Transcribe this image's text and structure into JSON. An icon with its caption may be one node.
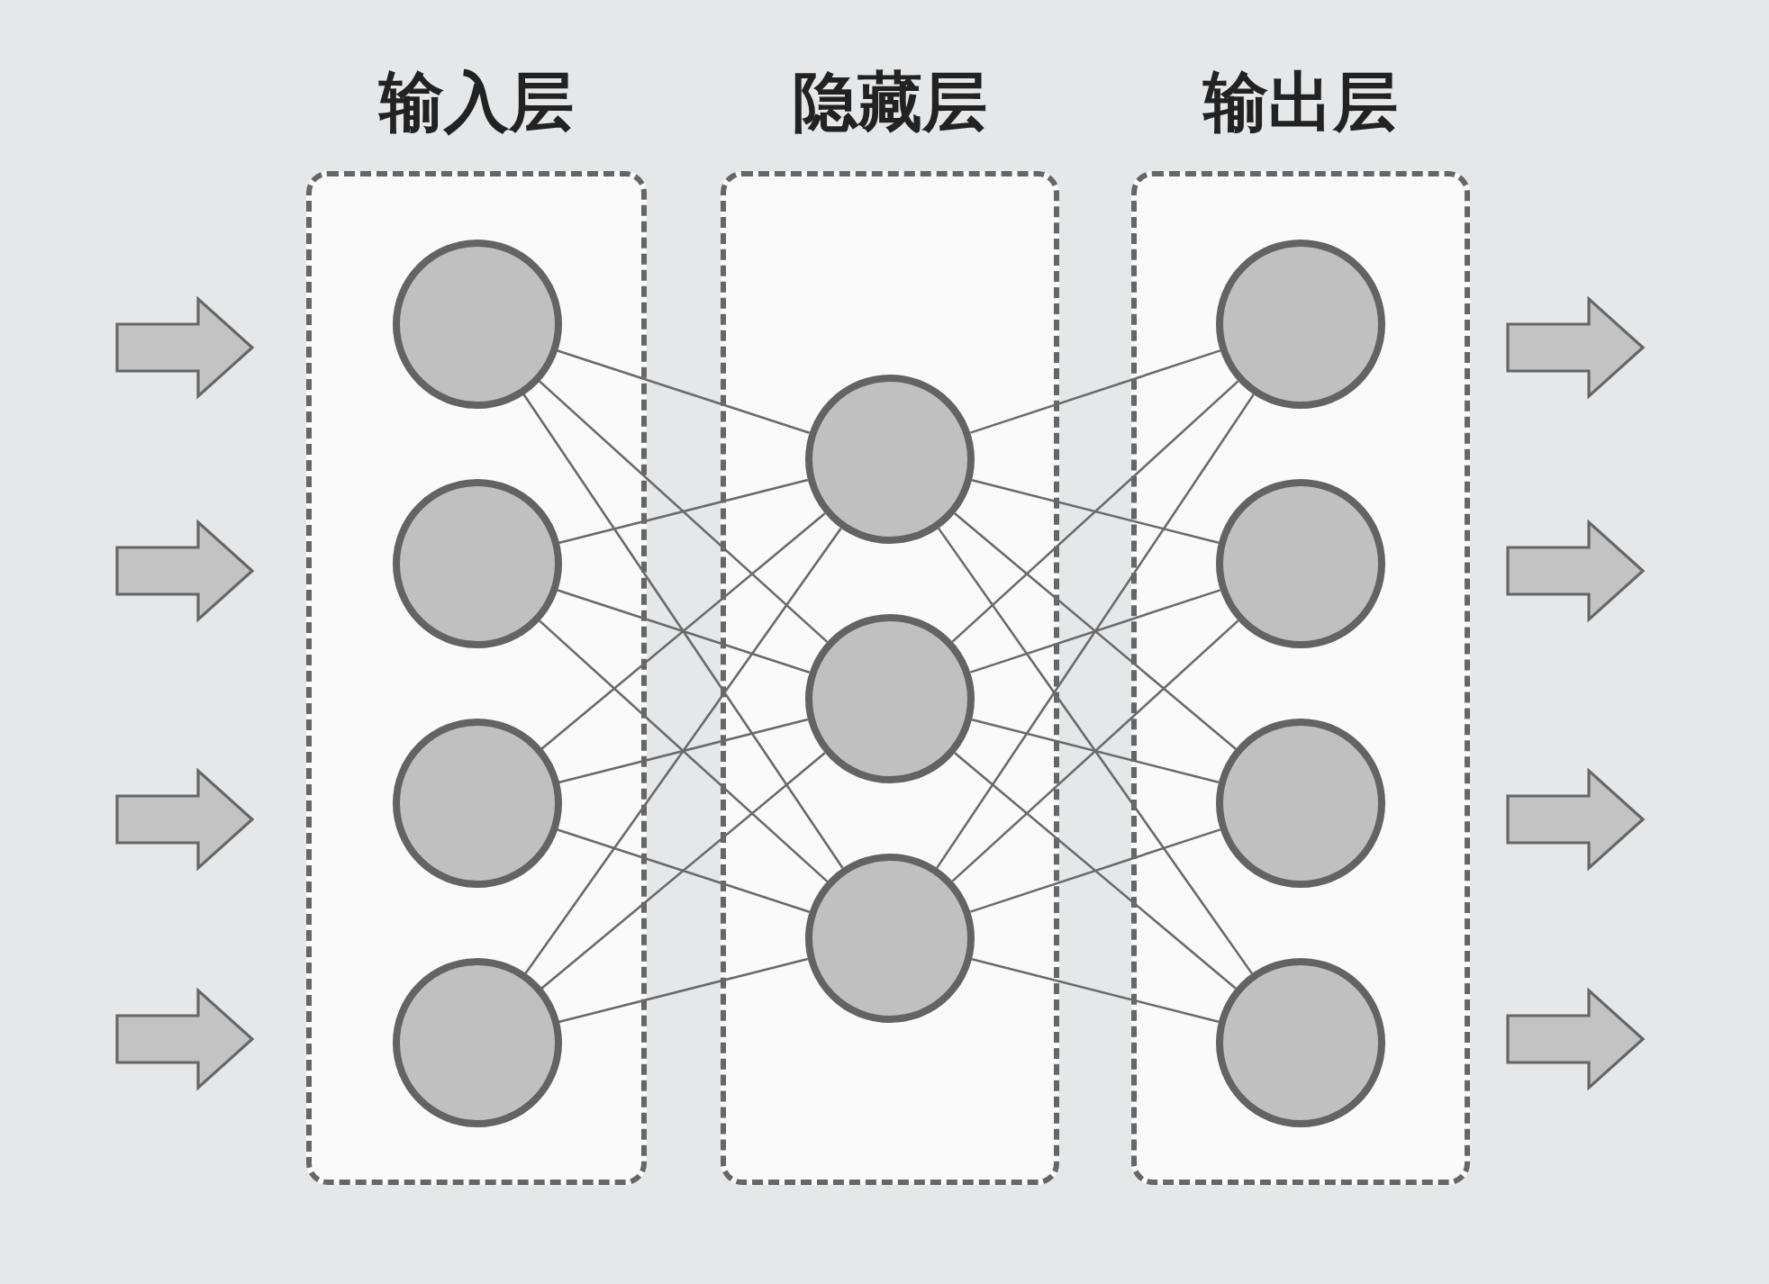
{
  "diagram": {
    "nodes": [
      {
        "text": [
          "输入层"
        ]
      },
      {
        "text": [
          "隐藏层"
        ]
      },
      {
        "text": [
          "输出层"
        ]
      },
      {
        "text": [],
        "shape": "circle",
        "in": 0
      },
      {
        "text": [],
        "shape": "circle",
        "in": 0
      },
      {
        "text": [],
        "shape": "circle",
        "in": 0
      },
      {
        "text": [],
        "shape": "circle",
        "in": 0
      },
      {
        "text": [],
        "shape": "circle",
        "in": 1
      },
      {
        "text": [],
        "shape": "circle",
        "in": 1
      },
      {
        "text": [],
        "shape": "circle",
        "in": 1
      },
      {
        "text": [],
        "shape": "circle",
        "in": 2
      },
      {
        "text": [],
        "shape": "circle",
        "in": 2
      },
      {
        "text": [],
        "shape": "circle",
        "in": 2
      },
      {
        "text": [],
        "shape": "circle",
        "in": 2
      }
    ],
    "edges": [
      {
        "from": null,
        "to": 0,
        "arrow": "to"
      },
      {
        "from": null,
        "to": 0,
        "arrow": "to"
      },
      {
        "from": null,
        "to": 0,
        "arrow": "to"
      },
      {
        "from": null,
        "to": 0,
        "arrow": "to"
      },
      {
        "from": 3,
        "to": 7,
        "arrow": "none"
      },
      {
        "from": 3,
        "to": 8,
        "arrow": "none"
      },
      {
        "from": 3,
        "to": 9,
        "arrow": "none"
      },
      {
        "from": 4,
        "to": 7,
        "arrow": "none"
      },
      {
        "from": 4,
        "to": 8,
        "arrow": "none"
      },
      {
        "from": 4,
        "to": 9,
        "arrow": "none"
      },
      {
        "from": 5,
        "to": 7,
        "arrow": "none"
      },
      {
        "from": 5,
        "to": 8,
        "arrow": "none"
      },
      {
        "from": 5,
        "to": 9,
        "arrow": "none"
      },
      {
        "from": 6,
        "to": 7,
        "arrow": "none"
      },
      {
        "from": 6,
        "to": 8,
        "arrow": "none"
      },
      {
        "from": 6,
        "to": 9,
        "arrow": "none"
      },
      {
        "from": 7,
        "to": 10,
        "arrow": "none"
      },
      {
        "from": 7,
        "to": 11,
        "arrow": "none"
      },
      {
        "from": 7,
        "to": 12,
        "arrow": "none"
      },
      {
        "from": 7,
        "to": 13,
        "arrow": "none"
      },
      {
        "from": 8,
        "to": 10,
        "arrow": "none"
      },
      {
        "from": 8,
        "to": 11,
        "arrow": "none"
      },
      {
        "from": 8,
        "to": 12,
        "arrow": "none"
      },
      {
        "from": 8,
        "to": 13,
        "arrow": "none"
      },
      {
        "from": 9,
        "to": 10,
        "arrow": "none"
      },
      {
        "from": 9,
        "to": 11,
        "arrow": "none"
      },
      {
        "from": 9,
        "to": 12,
        "arrow": "none"
      },
      {
        "from": 9,
        "to": 13,
        "arrow": "none"
      },
      {
        "from": 2,
        "to": null,
        "arrow": "to"
      },
      {
        "from": 2,
        "to": null,
        "arrow": "to"
      },
      {
        "from": 2,
        "to": null,
        "arrow": "to"
      },
      {
        "from": 2,
        "to": null,
        "arrow": "to"
      }
    ]
  }
}
